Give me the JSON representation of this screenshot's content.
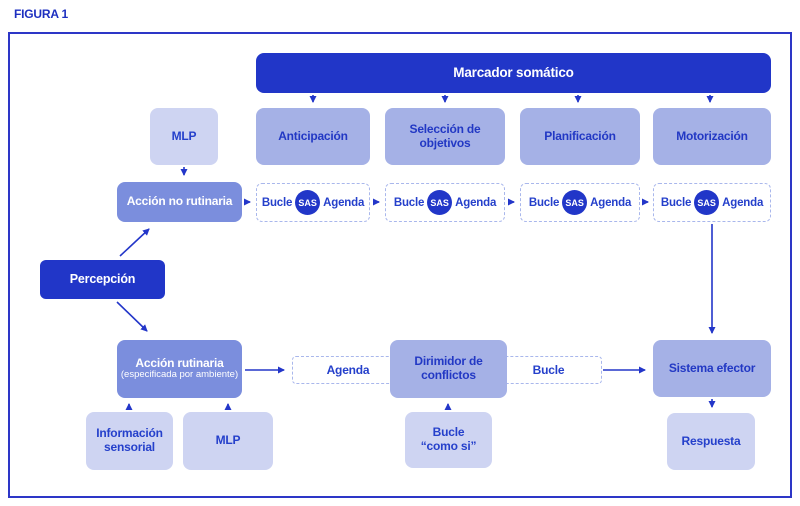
{
  "figure_label": "FIGURA 1",
  "diagram": {
    "marcador_somatico": "Marcador somático",
    "categories": {
      "anticipacion": "Anticipación",
      "seleccion_objetivos": "Selección de objetivos",
      "planificacion": "Planificación",
      "motorizacion": "Motorización"
    },
    "sas_loop": {
      "bucle": "Bucle",
      "sas": "SAS",
      "agenda": "Agenda"
    },
    "mlp_top": "MLP",
    "accion_no_rutinaria": "Acción no rutinaria",
    "percepcion": "Percepción",
    "accion_rutinaria": "Acción rutinaria",
    "accion_rutinaria_sub": "(especificada por ambiente)",
    "agenda_label": "Agenda",
    "dirimidor": "Dirimidor de conflictos",
    "bucle_label": "Bucle",
    "sistema_efector": "Sistema efector",
    "informacion_sensorial": "Información sensorial",
    "mlp_bottom": "MLP",
    "bucle_como_si": "Bucle “como si”",
    "respuesta": "Respuesta"
  },
  "colors": {
    "dark_blue": "#2136c8",
    "medium_blue": "#7b8edd",
    "lavender": "#a5b1e6",
    "light_lavender": "#ced4f2",
    "text_blue": "#2540cb",
    "arrow_blue": "#2336c9",
    "frame_border": "#2d36c7",
    "dashed_border": "#a9b7ec"
  }
}
